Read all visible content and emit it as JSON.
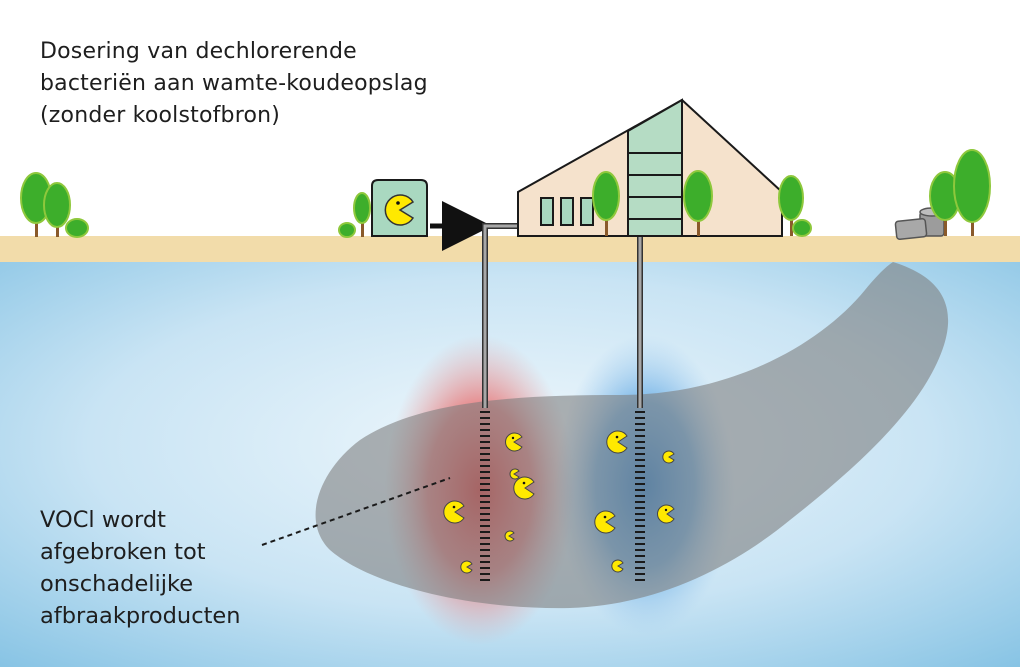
{
  "title": {
    "lines": [
      "Dosering van dechlorerende",
      "bacteriën aan wamte-koudeopslag",
      "(zonder koolstofbron)"
    ]
  },
  "annotation": {
    "lines": [
      "VOCl wordt",
      "afgebroken tot",
      "onschadelijke",
      "afbraakproducten"
    ]
  },
  "colors": {
    "ground": "#f2dcaa",
    "groundwater_light": "#dceef8",
    "groundwater_dark": "#86c3e4",
    "warm_well": "#e05050",
    "cold_well": "#3a8fd8",
    "plume": "#8e8e8e",
    "house": "#f5e2cc",
    "tower": "#b5dcc4",
    "tree": "#3dae2b",
    "bacteria": "#ffe900",
    "pipe": "#9a9a9a"
  },
  "icons": [
    "house-icon",
    "dosing-tank-icon",
    "tree-icon",
    "barrel-icon",
    "bacteria-icon",
    "arrow-icon"
  ]
}
